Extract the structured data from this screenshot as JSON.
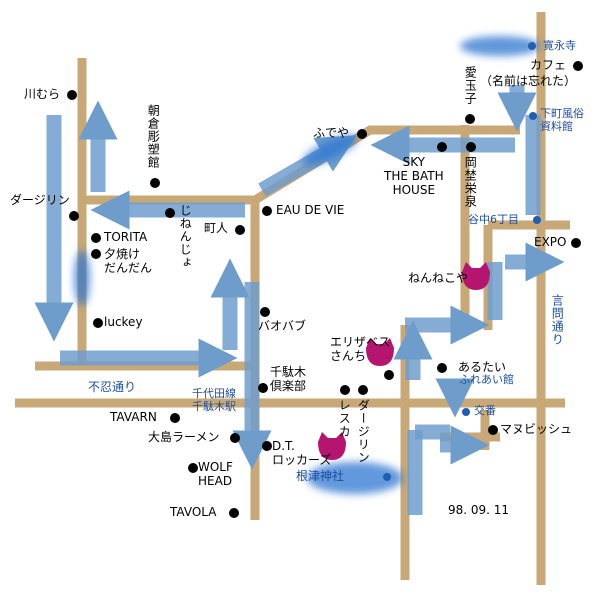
{
  "date": "98. 09. 11",
  "places": {
    "kawamura": "川むら",
    "darjeeling_west": "ダージリン",
    "torita": "TORITA",
    "yuyake_dandan": "夕焼け\nだんだん",
    "luckey": "luckey",
    "asakura": "朝倉彫塑館",
    "jinenjo": "じねんじょ",
    "machibito": "町人",
    "eau_de_vie": "EAU DE VIE",
    "fudeya": "ふでや",
    "aidamago": "愛玉子",
    "sky_bath": "SKY\nTHE BATH\nHOUSE",
    "okakura": "岡埜栄泉",
    "cafe": "カフェ",
    "cafe_note": "（名前は忘れた）",
    "expo": "EXPO",
    "nennekoya": "ねんねこや",
    "baobab": "バオバブ",
    "eliza": "エリザベスさんち",
    "sendagi_club": "千駄木\n倶楽部",
    "arutai": "あるたい",
    "tavarn": "TAVARN",
    "oshima": "大島ラーメン",
    "wolf": "WOLF\nHEAD",
    "tavola": "TAVOLA",
    "dt_lockers": "D.T.\nロッカーズ",
    "lesca": "レスカ",
    "darjeeling_east": "ダージリン",
    "manubissh": "マヌビッシュ"
  },
  "landmarks": {
    "kaneiji": "寛永寺",
    "shitamachi": "下町風俗\n資料館",
    "yanaka6": "谷中6丁目",
    "koban": "交番",
    "fureai": "ふれあい館",
    "chiyoda": "千代田線\n千駄木駅",
    "nezu": "根津神社"
  },
  "roads": {
    "shinobazu": "不忍通り",
    "kototoi": "言問通り"
  },
  "colors": {
    "road": "#c9a877",
    "route": "#6e9dcc",
    "dot": "#000000",
    "station": "#1f5fb0",
    "cat": "#b5156e",
    "label_blue": "#1f4fa0"
  }
}
